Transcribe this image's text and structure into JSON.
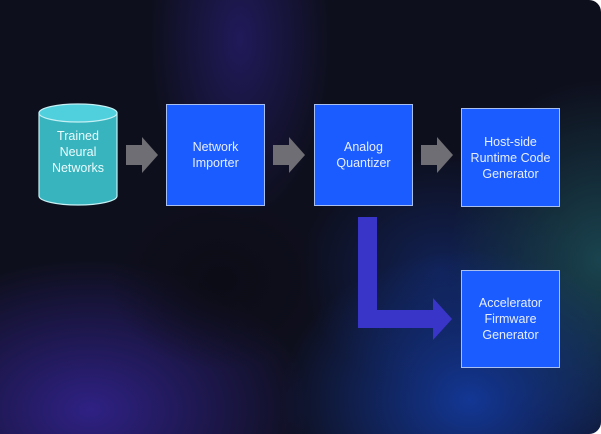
{
  "diagram": {
    "type": "flowchart",
    "colors": {
      "background": "#0e0f1d",
      "node_fill": "#1a5cff",
      "node_border": "#a9bff0",
      "node_text": "#e8eeff",
      "database_fill": "#38b4bf",
      "database_top": "#4fd0dc",
      "database_border": "#c5f0f4",
      "flow_arrow": "#6e6e74",
      "branch_arrow": "#3a35c9"
    },
    "nodes": [
      {
        "id": "trained-neural-networks",
        "shape": "cylinder",
        "label": "Trained\nNeural\nNetworks"
      },
      {
        "id": "network-importer",
        "shape": "box",
        "label": "Network\nImporter"
      },
      {
        "id": "analog-quantizer",
        "shape": "box",
        "label": "Analog\nQuantizer"
      },
      {
        "id": "host-side-runtime-code-generator",
        "shape": "box",
        "label": "Host-side\nRuntime Code\nGenerator"
      },
      {
        "id": "accelerator-firmware-generator",
        "shape": "box",
        "label": "Accelerator\nFirmware\nGenerator"
      }
    ],
    "edges": [
      {
        "from": "trained-neural-networks",
        "to": "network-importer",
        "style": "gray-block-arrow"
      },
      {
        "from": "network-importer",
        "to": "analog-quantizer",
        "style": "gray-block-arrow"
      },
      {
        "from": "analog-quantizer",
        "to": "host-side-runtime-code-generator",
        "style": "gray-block-arrow"
      },
      {
        "from": "analog-quantizer",
        "to": "accelerator-firmware-generator",
        "style": "purple-elbow-arrow"
      }
    ]
  }
}
